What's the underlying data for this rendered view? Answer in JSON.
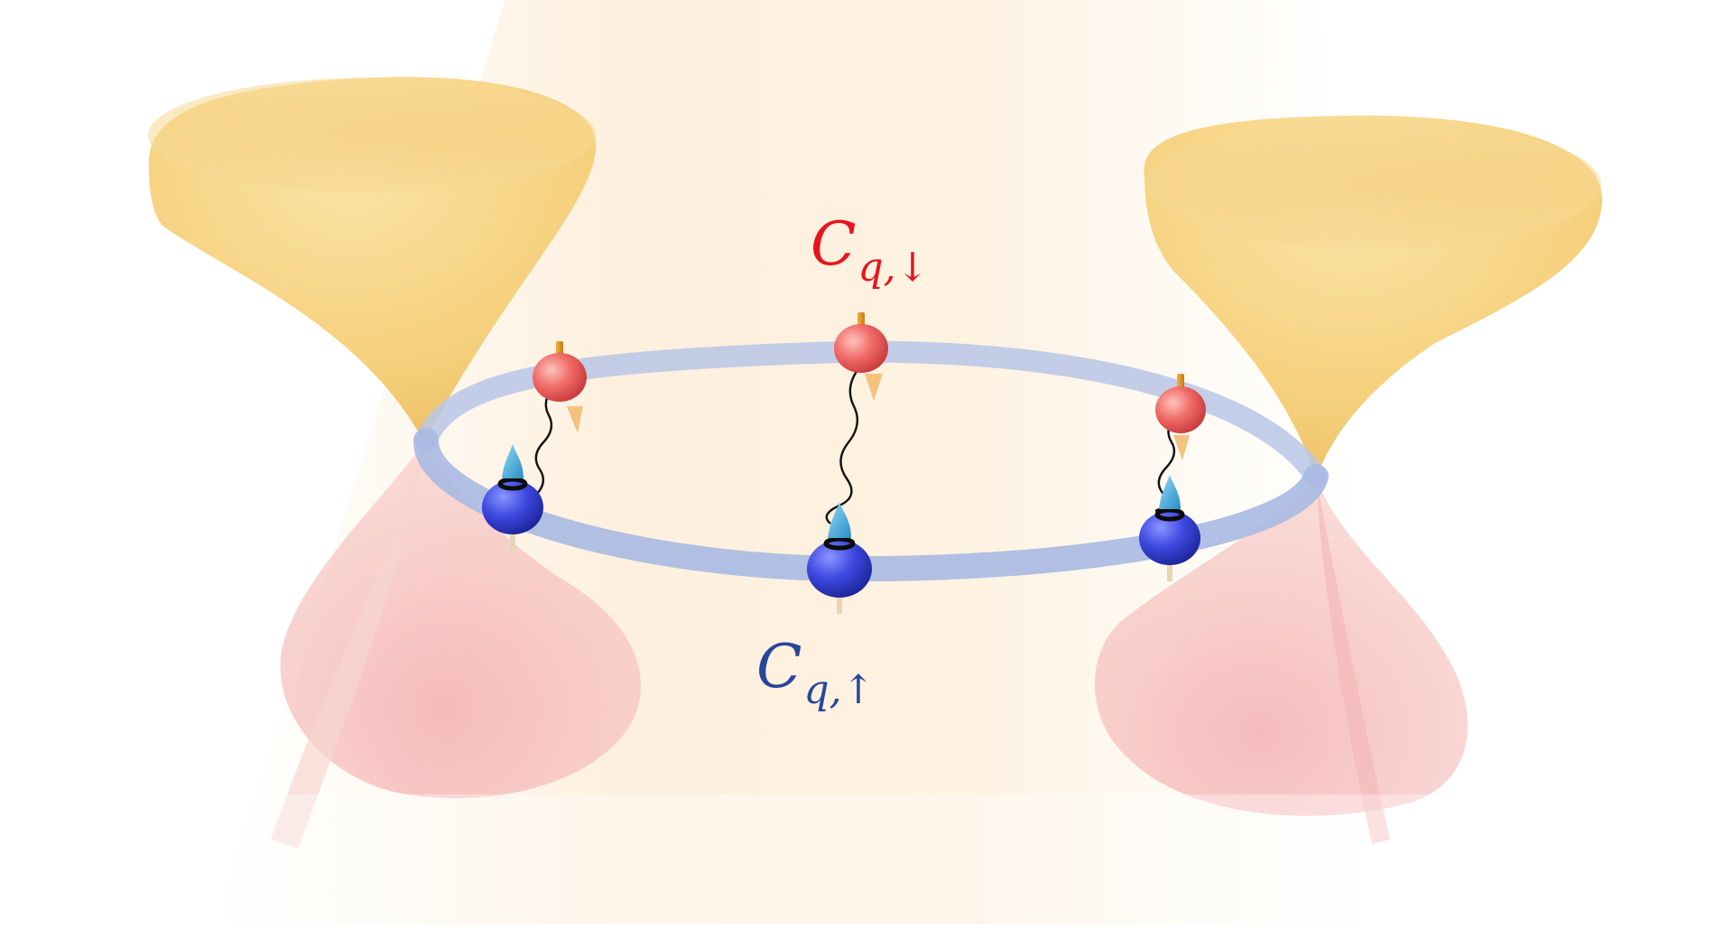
{
  "labels": {
    "spin_down": {
      "main": "C",
      "sub": "q,↓"
    },
    "spin_up": {
      "main": "C",
      "sub": "q,↑"
    }
  },
  "colors": {
    "spin_down": "#e8141c",
    "spin_up": "#26479a",
    "cone_upper": "#f6d98c",
    "cone_lower": "#f4a9ac",
    "ring": "#aebde2",
    "red_spin": "#e85b5b",
    "blue_spin": "#3340d8",
    "tip_cyan": "#39a6d8"
  },
  "icons": {
    "cone": "dirac-cone-icon",
    "spin_up": "blue-spin-ball-icon",
    "spin_down": "red-spin-ball-icon",
    "pair_link": "wavy-line-icon"
  }
}
